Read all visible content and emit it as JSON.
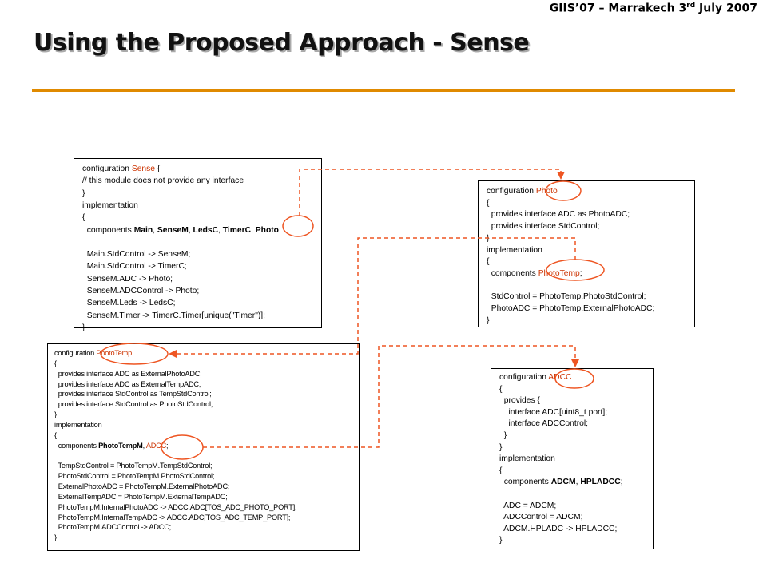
{
  "header": {
    "conference_prefix": "GIIS’07 – Marrakech 3",
    "conference_sup": "rd",
    "conference_suffix": " July 2007"
  },
  "title": "Using the Proposed Approach - Sense",
  "colors": {
    "accent": "#e08a00",
    "annotation": "#cc3300",
    "title_shadow": "#aaaaaa"
  },
  "boxes": {
    "sense": {
      "lines": [
        [
          {
            "t": "configuration "
          },
          {
            "t": "Sense",
            "c": "hl"
          },
          {
            "t": " {"
          }
        ],
        [
          {
            "t": "// this module does not provide any interface"
          }
        ],
        [
          {
            "t": "}"
          }
        ],
        [
          {
            "t": "implementation"
          }
        ],
        [
          {
            "t": "{"
          }
        ],
        [
          {
            "t": "  components "
          },
          {
            "t": "Main",
            "b": 1
          },
          {
            "t": ", "
          },
          {
            "t": "SenseM",
            "b": 1
          },
          {
            "t": ", "
          },
          {
            "t": "LedsC",
            "b": 1
          },
          {
            "t": ", "
          },
          {
            "t": "TimerC",
            "b": 1
          },
          {
            "t": ", "
          },
          {
            "t": "Photo",
            "b": 1
          },
          {
            "t": ";"
          }
        ],
        [
          {
            "t": ""
          }
        ],
        [
          {
            "t": "  Main.StdControl -> SenseM;"
          }
        ],
        [
          {
            "t": "  Main.StdControl -> TimerC;"
          }
        ],
        [
          {
            "t": "  SenseM.ADC -> Photo;"
          }
        ],
        [
          {
            "t": "  SenseM.ADCControl -> Photo;"
          }
        ],
        [
          {
            "t": "  SenseM.Leds -> LedsC;"
          }
        ],
        [
          {
            "t": "  SenseM.Timer -> TimerC.Timer[unique(\"Timer\")];"
          }
        ],
        [
          {
            "t": "}"
          }
        ]
      ]
    },
    "photo": {
      "lines": [
        [
          {
            "t": "configuration "
          },
          {
            "t": "Photo",
            "c": "hl"
          }
        ],
        [
          {
            "t": "{"
          }
        ],
        [
          {
            "t": "  provides interface ADC as PhotoADC;"
          }
        ],
        [
          {
            "t": "  provides interface StdControl;"
          }
        ],
        [
          {
            "t": "}"
          }
        ],
        [
          {
            "t": "implementation"
          }
        ],
        [
          {
            "t": "{"
          }
        ],
        [
          {
            "t": "  components "
          },
          {
            "t": "PhotoTemp",
            "c": "hl"
          },
          {
            "t": ";"
          }
        ],
        [
          {
            "t": ""
          }
        ],
        [
          {
            "t": "  StdControl = PhotoTemp.PhotoStdControl;"
          }
        ],
        [
          {
            "t": "  PhotoADC = PhotoTemp.ExternalPhotoADC;"
          }
        ],
        [
          {
            "t": "}"
          }
        ]
      ]
    },
    "phototemp": {
      "lines": [
        [
          {
            "t": "configuration "
          },
          {
            "t": "PhotoTemp",
            "c": "hl"
          }
        ],
        [
          {
            "t": "{"
          }
        ],
        [
          {
            "t": "  provides interface ADC as ExternalPhotoADC;"
          }
        ],
        [
          {
            "t": "  provides interface ADC as ExternalTempADC;"
          }
        ],
        [
          {
            "t": "  provides interface StdControl as TempStdControl;"
          }
        ],
        [
          {
            "t": "  provides interface StdControl as PhotoStdControl;"
          }
        ],
        [
          {
            "t": "}"
          }
        ],
        [
          {
            "t": "implementation"
          }
        ],
        [
          {
            "t": "{"
          }
        ],
        [
          {
            "t": "  components "
          },
          {
            "t": "PhotoTempM",
            "b": 1
          },
          {
            "t": ", "
          },
          {
            "t": "ADCC",
            "c": "hl"
          },
          {
            "t": ";"
          }
        ],
        [
          {
            "t": ""
          }
        ],
        [
          {
            "t": "  TempStdControl = PhotoTempM.TempStdControl;"
          }
        ],
        [
          {
            "t": "  PhotoStdControl = PhotoTempM.PhotoStdControl;"
          }
        ],
        [
          {
            "t": "  ExternalPhotoADC = PhotoTempM.ExternalPhotoADC;"
          }
        ],
        [
          {
            "t": "  ExternalTempADC = PhotoTempM.ExternalTempADC;"
          }
        ],
        [
          {
            "t": "  PhotoTempM.InternalPhotoADC -> ADCC.ADC[TOS_ADC_PHOTO_PORT];"
          }
        ],
        [
          {
            "t": "  PhotoTempM.InternalTempADC -> ADCC.ADC[TOS_ADC_TEMP_PORT];"
          }
        ],
        [
          {
            "t": "  PhotoTempM.ADCControl -> ADCC;"
          }
        ],
        [
          {
            "t": "}"
          }
        ]
      ]
    },
    "adcc": {
      "lines": [
        [
          {
            "t": "configuration "
          },
          {
            "t": "ADCC",
            "c": "hl"
          }
        ],
        [
          {
            "t": "{"
          }
        ],
        [
          {
            "t": "  provides {"
          }
        ],
        [
          {
            "t": "    interface ADC[uint8_t port];"
          }
        ],
        [
          {
            "t": "    interface ADCControl;"
          }
        ],
        [
          {
            "t": "  }"
          }
        ],
        [
          {
            "t": "}"
          }
        ],
        [
          {
            "t": "implementation"
          }
        ],
        [
          {
            "t": "{"
          }
        ],
        [
          {
            "t": "  components "
          },
          {
            "t": "ADCM",
            "b": 1
          },
          {
            "t": ", "
          },
          {
            "t": "HPLADCC",
            "b": 1
          },
          {
            "t": ";"
          }
        ],
        [
          {
            "t": ""
          }
        ],
        [
          {
            "t": "  ADC = ADCM;"
          }
        ],
        [
          {
            "t": "  ADCControl = ADCM;"
          }
        ],
        [
          {
            "t": "  ADCM.HPLADC -> HPLADCC;"
          }
        ],
        [
          {
            "t": "}"
          }
        ]
      ]
    }
  }
}
